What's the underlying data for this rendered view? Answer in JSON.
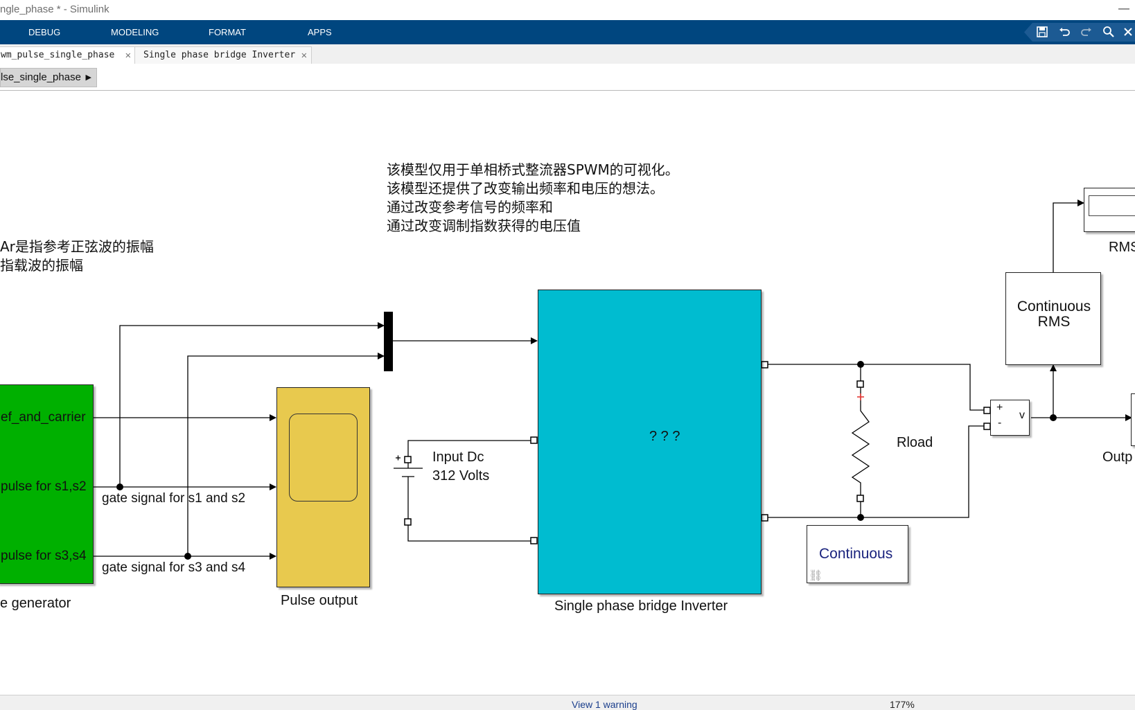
{
  "window": {
    "title": "ngle_phase * - Simulink"
  },
  "toolstrip": {
    "tabs": [
      "DEBUG",
      "MODELING",
      "FORMAT",
      "APPS"
    ]
  },
  "quick_access": [
    "save-icon",
    "undo-icon",
    "redo-icon",
    "zoom-icon",
    "close-icon"
  ],
  "doc_tabs": [
    {
      "label": "wm_pulse_single_phase"
    },
    {
      "label": "Single phase bridge Inverter"
    }
  ],
  "breadcrumb": {
    "label": "lse_single_phase"
  },
  "annotations": {
    "main_note": [
      "该模型仅用于单相桥式整流器SPWM的可视化。",
      "该模型还提供了改变输出频率和电压的想法。",
      "通过改变参考信号的频率和",
      "通过改变调制指数获得的电压值"
    ],
    "left_note": [
      "Ar是指参考正弦波的振幅",
      "指载波的振幅"
    ]
  },
  "blocks": {
    "generator": {
      "name": "e generator",
      "ports": [
        "ef_and_carrier",
        "pulse for s1,s2",
        "pulse for s3,s4"
      ],
      "color": "#00b000"
    },
    "scope": {
      "name": "Pulse output",
      "color": "#e8c94e"
    },
    "dc_source": {
      "label_line1": "Input Dc",
      "label_line2": "312 Volts"
    },
    "inverter": {
      "name": "Single phase bridge Inverter",
      "content": "? ? ?",
      "color": "#00bcd0"
    },
    "load": {
      "name": "Rload"
    },
    "powergui": {
      "name": "Continuous"
    },
    "voltmeter": {
      "plus": "+",
      "minus": "-",
      "out": "v"
    },
    "rms": {
      "line1": "Continuous",
      "line2": "RMS"
    },
    "display": {
      "name": "RMS"
    },
    "output_scope": {
      "name": "Outp"
    }
  },
  "signals": {
    "gate12": "gate signal for s1 and s2",
    "gate34": "gate signal for s3 and s4"
  },
  "status": {
    "warning": "View 1 warning",
    "zoom": "177%"
  }
}
